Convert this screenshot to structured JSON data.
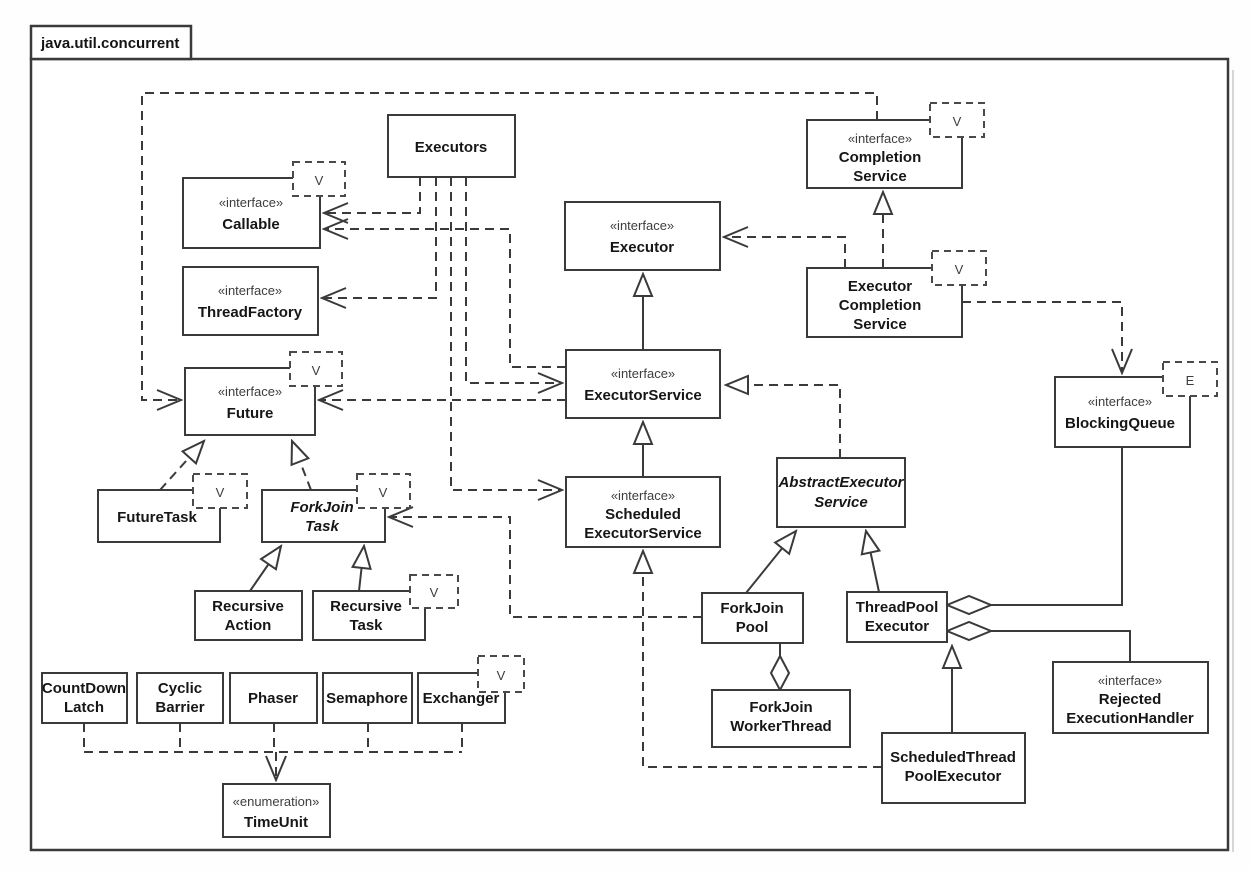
{
  "package": {
    "name": "java.util.concurrent"
  },
  "colors": {
    "line": "#3a3a3a",
    "text": "#161616",
    "background": "#ffffff"
  },
  "nodes": {
    "executors": {
      "name1": "Executors"
    },
    "callable": {
      "stereotype": "«interface»",
      "name1": "Callable",
      "type_param": "V"
    },
    "thread_factory": {
      "stereotype": "«interface»",
      "name1": "ThreadFactory"
    },
    "future": {
      "stereotype": "«interface»",
      "name1": "Future",
      "type_param": "V"
    },
    "future_task": {
      "name1": "FutureTask",
      "type_param": "V"
    },
    "fork_join_task": {
      "name1": "ForkJoin",
      "name2": "Task",
      "type_param": "V"
    },
    "recursive_action": {
      "name1": "Recursive",
      "name2": "Action"
    },
    "recursive_task": {
      "name1": "Recursive",
      "name2": "Task",
      "type_param": "V"
    },
    "executor": {
      "stereotype": "«interface»",
      "name1": "Executor"
    },
    "executor_service": {
      "stereotype": "«interface»",
      "name1": "ExecutorService"
    },
    "scheduled_executor_service": {
      "stereotype": "«interface»",
      "name1": "Scheduled",
      "name2": "ExecutorService"
    },
    "completion_service": {
      "stereotype": "«interface»",
      "name1": "Completion",
      "name2": "Service",
      "type_param": "V"
    },
    "executor_completion_service": {
      "name1": "Executor",
      "name2": "Completion",
      "name3": "Service",
      "type_param": "V"
    },
    "blocking_queue": {
      "stereotype": "«interface»",
      "name1": "BlockingQueue",
      "type_param": "E"
    },
    "abstract_executor_service": {
      "name1": "AbstractExecutor",
      "name2": "Service"
    },
    "fork_join_pool": {
      "name1": "ForkJoin",
      "name2": "Pool"
    },
    "thread_pool_executor": {
      "name1": "ThreadPool",
      "name2": "Executor"
    },
    "fork_join_worker_thread": {
      "name1": "ForkJoin",
      "name2": "WorkerThread"
    },
    "scheduled_thread_pool_executor": {
      "name1": "ScheduledThread",
      "name2": "PoolExecutor"
    },
    "rejected_execution_handler": {
      "stereotype": "«interface»",
      "name1": "Rejected",
      "name2": "ExecutionHandler"
    },
    "count_down_latch": {
      "name1": "CountDown",
      "name2": "Latch"
    },
    "cyclic_barrier": {
      "name1": "Cyclic",
      "name2": "Barrier"
    },
    "phaser": {
      "name1": "Phaser"
    },
    "semaphore": {
      "name1": "Semaphore"
    },
    "exchanger": {
      "name1": "Exchanger",
      "type_param": "V"
    },
    "time_unit": {
      "stereotype": "«enumeration»",
      "name1": "TimeUnit"
    }
  },
  "relationships": [
    {
      "from": "Executors",
      "to": "Callable",
      "type": "dependency"
    },
    {
      "from": "Executors",
      "to": "ThreadFactory",
      "type": "dependency"
    },
    {
      "from": "Executors",
      "to": "ExecutorService",
      "type": "dependency"
    },
    {
      "from": "Executors",
      "to": "ScheduledExecutorService",
      "type": "dependency"
    },
    {
      "from": "ExecutorService",
      "to": "Callable",
      "type": "dependency"
    },
    {
      "from": "ExecutorService",
      "to": "Future",
      "type": "dependency"
    },
    {
      "from": "CompletionService",
      "to": "Future",
      "type": "dependency"
    },
    {
      "from": "ExecutorCompletionService",
      "to": "Executor",
      "type": "dependency"
    },
    {
      "from": "ExecutorCompletionService",
      "to": "BlockingQueue",
      "type": "dependency"
    },
    {
      "from": "ForkJoinPool",
      "to": "ForkJoinTask",
      "type": "dependency"
    },
    {
      "from": "CountDownLatch",
      "to": "TimeUnit",
      "type": "dependency"
    },
    {
      "from": "CyclicBarrier",
      "to": "TimeUnit",
      "type": "dependency"
    },
    {
      "from": "Phaser",
      "to": "TimeUnit",
      "type": "dependency"
    },
    {
      "from": "Semaphore",
      "to": "TimeUnit",
      "type": "dependency"
    },
    {
      "from": "Exchanger",
      "to": "TimeUnit",
      "type": "dependency"
    },
    {
      "from": "ExecutorService",
      "to": "Executor",
      "type": "generalization"
    },
    {
      "from": "ScheduledExecutorService",
      "to": "ExecutorService",
      "type": "generalization"
    },
    {
      "from": "FutureTask",
      "to": "Future",
      "type": "realization"
    },
    {
      "from": "ForkJoinTask",
      "to": "Future",
      "type": "realization"
    },
    {
      "from": "RecursiveAction",
      "to": "ForkJoinTask",
      "type": "generalization"
    },
    {
      "from": "RecursiveTask",
      "to": "ForkJoinTask",
      "type": "generalization"
    },
    {
      "from": "ExecutorCompletionService",
      "to": "CompletionService",
      "type": "realization"
    },
    {
      "from": "AbstractExecutorService",
      "to": "ExecutorService",
      "type": "realization"
    },
    {
      "from": "ForkJoinPool",
      "to": "AbstractExecutorService",
      "type": "generalization"
    },
    {
      "from": "ThreadPoolExecutor",
      "to": "AbstractExecutorService",
      "type": "generalization"
    },
    {
      "from": "ScheduledThreadPoolExecutor",
      "to": "ThreadPoolExecutor",
      "type": "generalization"
    },
    {
      "from": "ScheduledThreadPoolExecutor",
      "to": "ScheduledExecutorService",
      "type": "realization"
    },
    {
      "from": "ThreadPoolExecutor",
      "to": "BlockingQueue",
      "type": "aggregation"
    },
    {
      "from": "ThreadPoolExecutor",
      "to": "RejectedExecutionHandler",
      "type": "aggregation"
    },
    {
      "from": "ForkJoinPool",
      "to": "ForkJoinWorkerThread",
      "type": "aggregation"
    }
  ]
}
